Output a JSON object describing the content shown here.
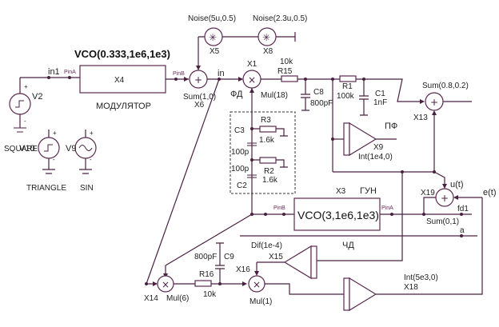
{
  "diagram": {
    "type": "circuit-schematic",
    "blocks": {
      "X4": {
        "ref": "X4",
        "model": "VCO(0.333,1e6,1e3)",
        "caption": "МОДУЛЯТОР",
        "pin_in": "PinA",
        "pin_out": "PinB"
      },
      "X3": {
        "ref": "X3",
        "model": "VCO(3,1e6,1e3)",
        "caption": "ГУН",
        "pin_in": "PinB",
        "pin_out": "PinA"
      },
      "X5": {
        "ref": "X5",
        "model": "Noise(5u,0.5)"
      },
      "X8": {
        "ref": "X8",
        "model": "Noise(2.3u,0.5)"
      },
      "X6": {
        "ref": "X6",
        "model": "Sum(1,0)"
      },
      "X1": {
        "ref": "X1",
        "model": "Mul(18)",
        "caption": "ФД"
      },
      "X13": {
        "ref": "X13",
        "model": "Sum(0.8,0.2)"
      },
      "X9": {
        "ref": "X9",
        "model": "Int(1e4,0)",
        "caption": "ПФ"
      },
      "X19": {
        "ref": "X19",
        "model": "Sum(0,1)"
      },
      "X14": {
        "ref": "X14",
        "model": "Mul(6)"
      },
      "X16": {
        "ref": "X16",
        "model": "Mul(1)"
      },
      "X15": {
        "ref": "X15",
        "model": "Dif(1e-4)",
        "caption": "ЧД"
      },
      "X18": {
        "ref": "X18",
        "model": "Int(5e3,0)"
      }
    },
    "sources": {
      "V2": {
        "ref": "V2",
        "type": "SQUARE"
      },
      "V10": {
        "ref": "V10",
        "type": "TRIANGLE"
      },
      "V9": {
        "ref": "V9",
        "type": "SIN"
      }
    },
    "passives": {
      "R15": {
        "ref": "R15",
        "value": "10k"
      },
      "C8": {
        "ref": "C8",
        "value": "800pF"
      },
      "R1": {
        "ref": "R1",
        "value": "100k"
      },
      "C1": {
        "ref": "C1",
        "value": "1nF"
      },
      "C3": {
        "ref": "C3",
        "value": "100p"
      },
      "C2": {
        "ref": "C2",
        "value": "100p"
      },
      "R3": {
        "ref": "R3",
        "value": "1.6k"
      },
      "R2": {
        "ref": "R2",
        "value": "1.6k"
      },
      "C9": {
        "ref": "C9",
        "value": "800pF"
      },
      "R16": {
        "ref": "R16",
        "value": "10k"
      }
    },
    "nets": {
      "in1": "in1",
      "in": "in",
      "u": "u(t)",
      "e": "e(t)",
      "fd1": "fd1",
      "a": "a"
    },
    "colors": {
      "wire": "#4a2040",
      "text": "#222222",
      "background": "#ffffff"
    }
  }
}
